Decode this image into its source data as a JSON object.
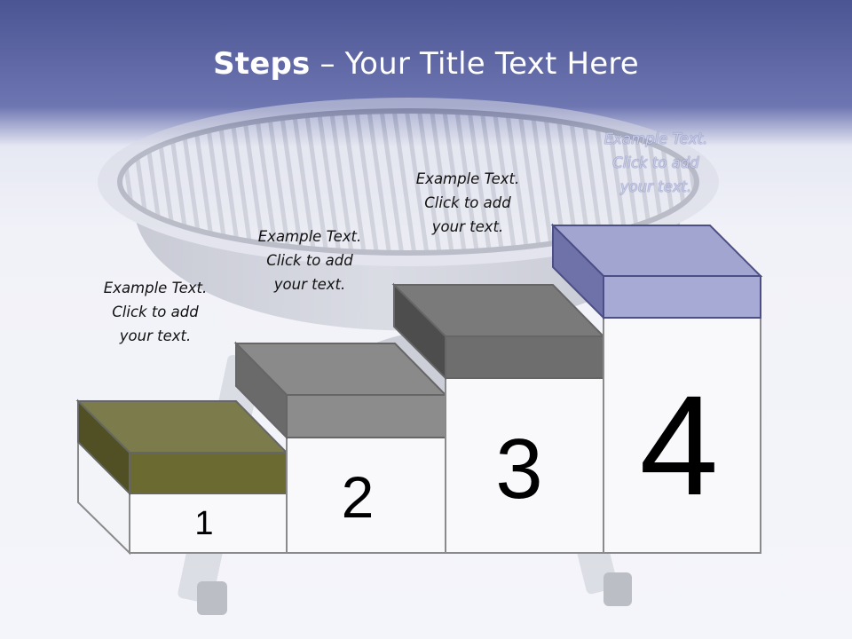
{
  "title": {
    "bold": "Steps",
    "rest": " – Your Title Text Here"
  },
  "steps": [
    {
      "number": "1",
      "caption": [
        "Example Text.",
        "Click  to add",
        "your text."
      ],
      "color": "#6b6a31"
    },
    {
      "number": "2",
      "caption": [
        "Example Text.",
        "Click  to add",
        "your text."
      ],
      "color": "#8c8c8c"
    },
    {
      "number": "3",
      "caption": [
        "Example Text.",
        "Click  to add",
        "your text."
      ],
      "color": "#6e6e6e"
    },
    {
      "number": "4",
      "caption": [
        "Example Text.",
        "Click  to add",
        "your text."
      ],
      "color": "#a6aad4"
    }
  ],
  "background_image": "grill-photo"
}
